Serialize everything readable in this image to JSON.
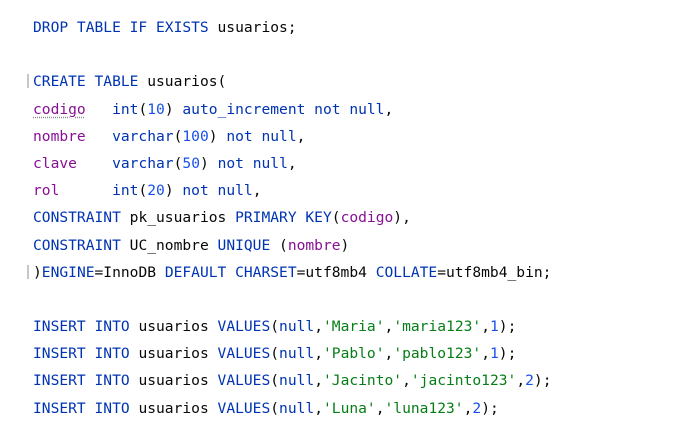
{
  "editor": {
    "colors": {
      "background": "#ffffff",
      "keyword": "#0033b3",
      "number": "#1750eb",
      "string": "#067d17",
      "column": "#871094",
      "text": "#080808"
    },
    "lines": [
      [
        {
          "t": "DROP TABLE IF EXISTS",
          "k": "kw"
        },
        {
          "t": " usuarios;",
          "k": "id"
        }
      ],
      [],
      [
        {
          "t": "CREATE TABLE",
          "k": "kw"
        },
        {
          "t": " usuarios(",
          "k": "id"
        }
      ],
      [
        {
          "t": "codigo",
          "k": "col",
          "u": true
        },
        {
          "t": "   ",
          "k": "id"
        },
        {
          "t": "int",
          "k": "kw"
        },
        {
          "t": "(",
          "k": "punct"
        },
        {
          "t": "10",
          "k": "num"
        },
        {
          "t": ") ",
          "k": "punct"
        },
        {
          "t": "auto_increment not null",
          "k": "kw"
        },
        {
          "t": ",",
          "k": "punct"
        }
      ],
      [
        {
          "t": "nombre",
          "k": "col"
        },
        {
          "t": "   ",
          "k": "id"
        },
        {
          "t": "varchar",
          "k": "kw"
        },
        {
          "t": "(",
          "k": "punct"
        },
        {
          "t": "100",
          "k": "num"
        },
        {
          "t": ") ",
          "k": "punct"
        },
        {
          "t": "not null",
          "k": "kw"
        },
        {
          "t": ",",
          "k": "punct"
        }
      ],
      [
        {
          "t": "clave",
          "k": "col"
        },
        {
          "t": "    ",
          "k": "id"
        },
        {
          "t": "varchar",
          "k": "kw"
        },
        {
          "t": "(",
          "k": "punct"
        },
        {
          "t": "50",
          "k": "num"
        },
        {
          "t": ") ",
          "k": "punct"
        },
        {
          "t": "not null",
          "k": "kw"
        },
        {
          "t": ",",
          "k": "punct"
        }
      ],
      [
        {
          "t": "rol",
          "k": "col"
        },
        {
          "t": "      ",
          "k": "id"
        },
        {
          "t": "int",
          "k": "kw"
        },
        {
          "t": "(",
          "k": "punct"
        },
        {
          "t": "20",
          "k": "num"
        },
        {
          "t": ") ",
          "k": "punct"
        },
        {
          "t": "not null",
          "k": "kw"
        },
        {
          "t": ",",
          "k": "punct"
        }
      ],
      [
        {
          "t": "CONSTRAINT",
          "k": "kw"
        },
        {
          "t": " pk_usuarios ",
          "k": "id"
        },
        {
          "t": "PRIMARY KEY",
          "k": "kw"
        },
        {
          "t": "(",
          "k": "punct"
        },
        {
          "t": "codigo",
          "k": "col"
        },
        {
          "t": "),",
          "k": "punct"
        }
      ],
      [
        {
          "t": "CONSTRAINT",
          "k": "kw"
        },
        {
          "t": " UC_nombre ",
          "k": "id"
        },
        {
          "t": "UNIQUE",
          "k": "kw"
        },
        {
          "t": " (",
          "k": "punct"
        },
        {
          "t": "nombre",
          "k": "col"
        },
        {
          "t": ")",
          "k": "punct"
        }
      ],
      [
        {
          "t": ")",
          "k": "punct"
        },
        {
          "t": "ENGINE",
          "k": "kw"
        },
        {
          "t": "=InnoDB ",
          "k": "id"
        },
        {
          "t": "DEFAULT CHARSET",
          "k": "kw"
        },
        {
          "t": "=utf8mb4 ",
          "k": "id"
        },
        {
          "t": "COLLATE",
          "k": "kw"
        },
        {
          "t": "=utf8mb4_bin;",
          "k": "id"
        }
      ],
      [],
      [
        {
          "t": "INSERT INTO",
          "k": "kw"
        },
        {
          "t": " usuarios ",
          "k": "id"
        },
        {
          "t": "VALUES",
          "k": "kw"
        },
        {
          "t": "(",
          "k": "punct"
        },
        {
          "t": "null",
          "k": "kw"
        },
        {
          "t": ",",
          "k": "punct"
        },
        {
          "t": "'Maria'",
          "k": "str"
        },
        {
          "t": ",",
          "k": "punct"
        },
        {
          "t": "'maria123'",
          "k": "str"
        },
        {
          "t": ",",
          "k": "punct"
        },
        {
          "t": "1",
          "k": "num"
        },
        {
          "t": ");",
          "k": "punct"
        }
      ],
      [
        {
          "t": "INSERT INTO",
          "k": "kw"
        },
        {
          "t": " usuarios ",
          "k": "id"
        },
        {
          "t": "VALUES",
          "k": "kw"
        },
        {
          "t": "(",
          "k": "punct"
        },
        {
          "t": "null",
          "k": "kw"
        },
        {
          "t": ",",
          "k": "punct"
        },
        {
          "t": "'Pablo'",
          "k": "str"
        },
        {
          "t": ",",
          "k": "punct"
        },
        {
          "t": "'pablo123'",
          "k": "str"
        },
        {
          "t": ",",
          "k": "punct"
        },
        {
          "t": "1",
          "k": "num"
        },
        {
          "t": ");",
          "k": "punct"
        }
      ],
      [
        {
          "t": "INSERT INTO",
          "k": "kw"
        },
        {
          "t": " usuarios ",
          "k": "id"
        },
        {
          "t": "VALUES",
          "k": "kw"
        },
        {
          "t": "(",
          "k": "punct"
        },
        {
          "t": "null",
          "k": "kw"
        },
        {
          "t": ",",
          "k": "punct"
        },
        {
          "t": "'Jacinto'",
          "k": "str"
        },
        {
          "t": ",",
          "k": "punct"
        },
        {
          "t": "'jacinto123'",
          "k": "str"
        },
        {
          "t": ",",
          "k": "punct"
        },
        {
          "t": "2",
          "k": "num"
        },
        {
          "t": ");",
          "k": "punct"
        }
      ],
      [
        {
          "t": "INSERT INTO",
          "k": "kw"
        },
        {
          "t": " usuarios ",
          "k": "id"
        },
        {
          "t": "VALUES",
          "k": "kw"
        },
        {
          "t": "(",
          "k": "punct"
        },
        {
          "t": "null",
          "k": "kw"
        },
        {
          "t": ",",
          "k": "punct"
        },
        {
          "t": "'Luna'",
          "k": "str"
        },
        {
          "t": ",",
          "k": "punct"
        },
        {
          "t": "'luna123'",
          "k": "str"
        },
        {
          "t": ",",
          "k": "punct"
        },
        {
          "t": "2",
          "k": "num"
        },
        {
          "t": ");",
          "k": "punct"
        }
      ]
    ]
  }
}
